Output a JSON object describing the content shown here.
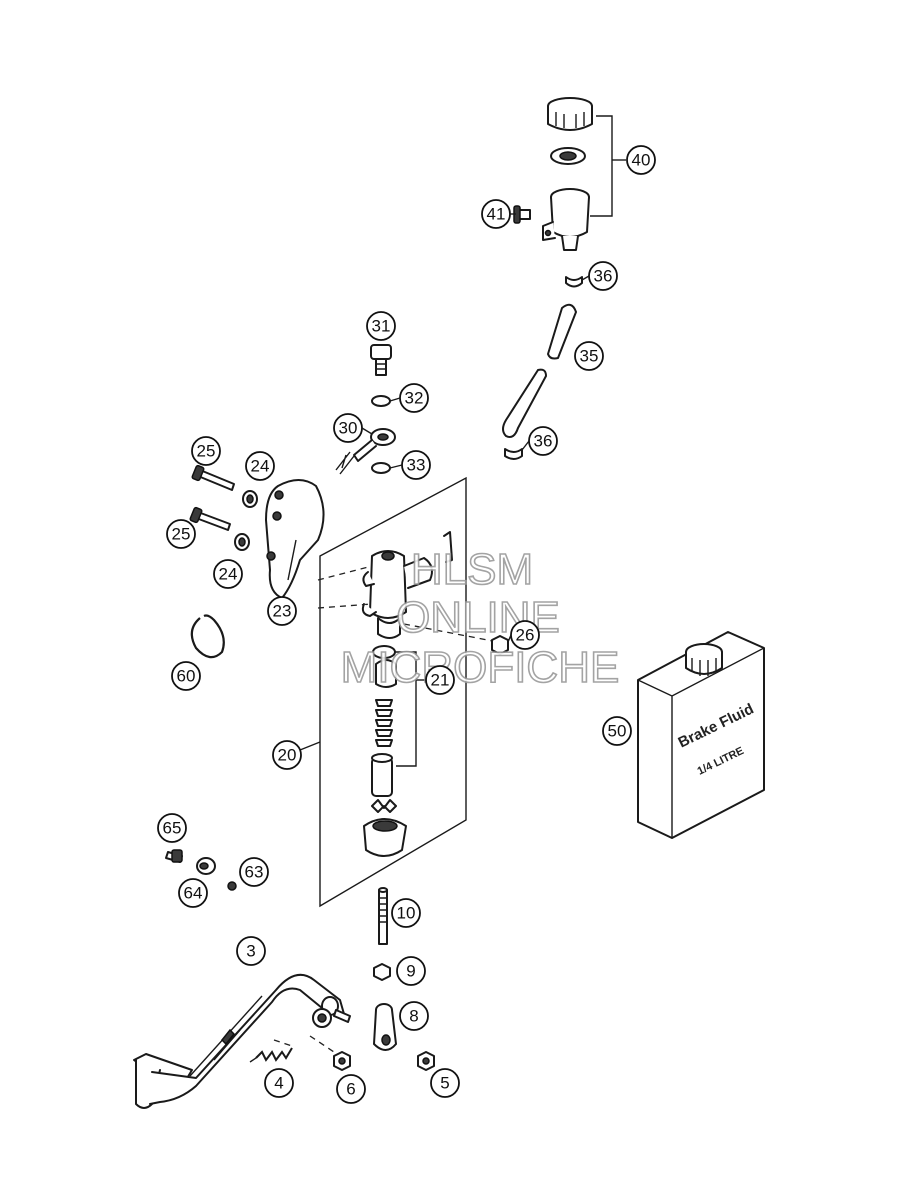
{
  "watermark": [
    "HLSM",
    "ONLINE",
    "MICROFICHE"
  ],
  "container_label": {
    "line1": "Brake Fluid",
    "line2": "1/4 LITRE"
  },
  "callouts": [
    "40",
    "41",
    "36",
    "31",
    "35",
    "32",
    "30",
    "33",
    "36",
    "25",
    "24",
    "25",
    "24",
    "23",
    "26",
    "60",
    "21",
    "50",
    "20",
    "65",
    "63",
    "64",
    "10",
    "3",
    "9",
    "8",
    "4",
    "6",
    "5"
  ]
}
